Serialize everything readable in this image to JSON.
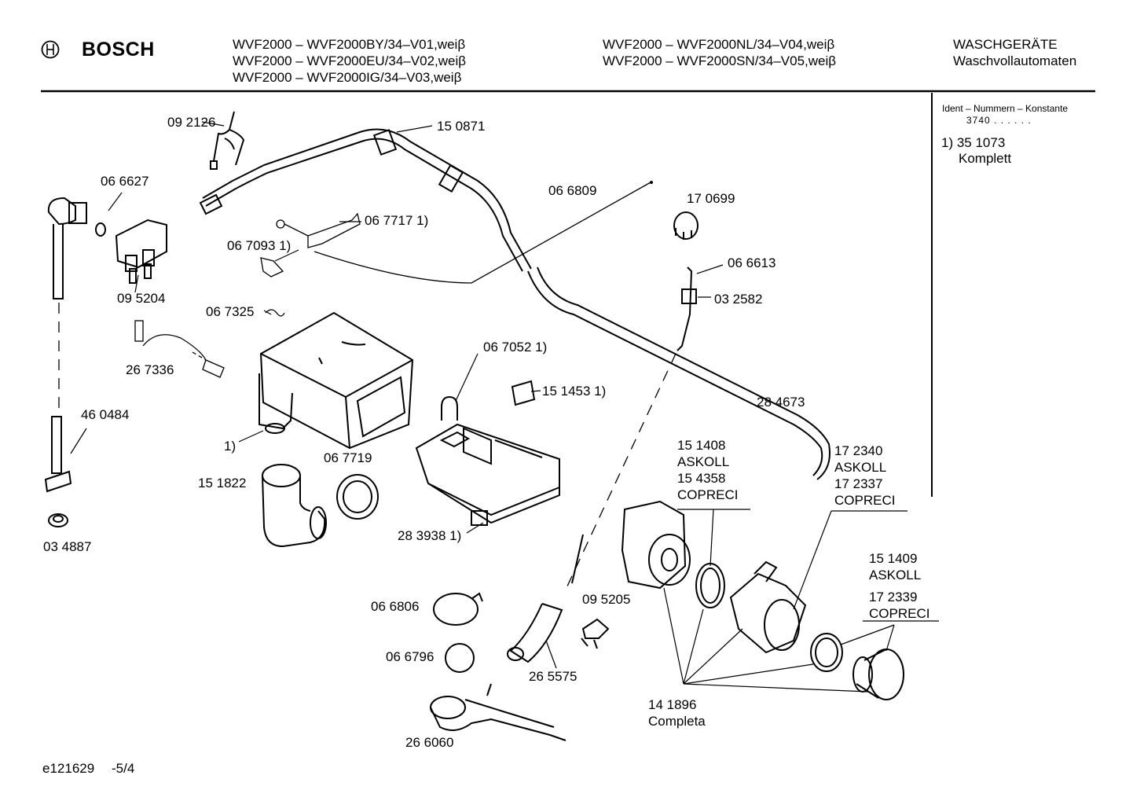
{
  "header": {
    "brand": "BOSCH",
    "models_col1": [
      "WVF2000 – WVF2000BY/34–V01,weiβ",
      "WVF2000 – WVF2000EU/34–V02,weiβ",
      "WVF2000 – WVF2000IG/34–V03,weiβ"
    ],
    "models_col2": [
      "WVF2000 – WVF2000NL/34–V04,weiβ",
      "WVF2000 – WVF2000SN/34–V05,weiβ"
    ],
    "category": [
      "WASCHGERÄTE",
      "Waschvollautomaten"
    ]
  },
  "sidebar": {
    "ident_title": "Ident – Nummern – Konstante",
    "ident_value": "3740 . . . . . .",
    "note_line1": "1) 35 1073",
    "note_line2": "Komplett"
  },
  "parts": {
    "p092126": "09 2126",
    "p150871": "15 0871",
    "p066627": "06 6627",
    "p066809": "06 6809",
    "p170699": "17 0699",
    "p067717": "06 7717 1)",
    "p067093": "06 7093 1)",
    "p066613": "06 6613",
    "p095204": "09 5204",
    "p032582": "03 2582",
    "p067325": "06 7325",
    "p070521": "06 7052 1)",
    "p267336": "26 7336",
    "p151453": "15 1453 1)",
    "p284673": "28 4673",
    "p460484": "46 0484",
    "p1note": "1)",
    "p151408": [
      "15 1408",
      "ASKOLL",
      "15 4358",
      "COPRECI"
    ],
    "p172340": [
      "17 2340",
      "ASKOLL",
      "17 2337",
      "COPRECI"
    ],
    "p067719": "06 7719",
    "p151822": "15 1822",
    "p283938": "28 3938 1)",
    "p034887": "03 4887",
    "p151409": [
      "15 1409",
      "ASKOLL",
      "17 2339",
      "COPRECI"
    ],
    "p095205": "09 5205",
    "p066806": "06 6806",
    "p066796": "06 6796",
    "p265575": "26 5575",
    "p141896": [
      "14 1896",
      "Completa"
    ],
    "p266060": "26 6060"
  },
  "footer": {
    "doc_id": "e121629",
    "page": "-5/4"
  }
}
